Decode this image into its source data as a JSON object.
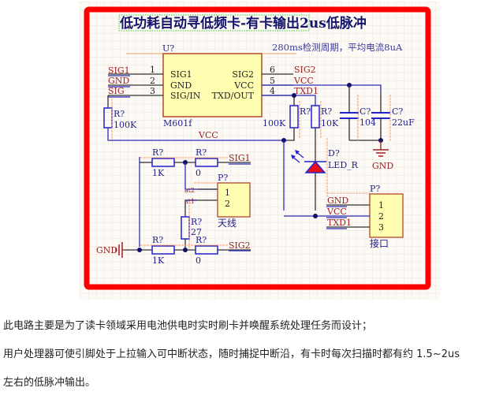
{
  "schematic": {
    "title": "低功耗自动寻低频卡-有卡输出2us低脉冲",
    "note": "280ms检测周期，平均电流8uA",
    "colors": {
      "frame": "#ff0000",
      "background": "#fdfaf5",
      "grid": "#e9e4de",
      "wire": "#2b2bb8",
      "component_outline": "#2222cc",
      "ic_fill": "#fffdb0",
      "ic_border": "#b0482a",
      "net_label": "#9b2020",
      "text_blue": "#1e1e8c",
      "title_text": "#13136b",
      "led_fill": "#e8101a",
      "title_box_border": "#33cc33"
    },
    "ic": {
      "designator": "U?",
      "part": "M601f",
      "left_pins": [
        {
          "num": "1",
          "name": "SIG1",
          "net": "SIG1"
        },
        {
          "num": "2",
          "name": "GND",
          "net": "GND"
        },
        {
          "num": "3",
          "name": "SIG/IN",
          "net": "SIG"
        }
      ],
      "right_pins": [
        {
          "num": "6",
          "name": "SIG2",
          "net": "SIG2"
        },
        {
          "num": "5",
          "name": "VCC",
          "net": "VCC"
        },
        {
          "num": "4",
          "name": "TXD/OUT",
          "net": "TXD1"
        }
      ]
    },
    "resistors": [
      {
        "designator": "R?",
        "value": "100K",
        "id": "r-sig-pullup"
      },
      {
        "designator": "R?",
        "value": "100K",
        "id": "r-txd-pullup"
      },
      {
        "designator": "R?",
        "value": "10K",
        "id": "r-led"
      },
      {
        "designator": "R?",
        "value": "1K",
        "id": "r-sig1-series"
      },
      {
        "designator": "R?",
        "value": "0",
        "id": "r-sig1-zero"
      },
      {
        "designator": "R?",
        "value": "27",
        "id": "r-antenna"
      },
      {
        "designator": "R?",
        "value": "1K",
        "id": "r-sig2-series"
      },
      {
        "designator": "R?",
        "value": "0",
        "id": "r-sig2-zero"
      }
    ],
    "capacitors": [
      {
        "designator": "C?",
        "value": "104"
      },
      {
        "designator": "C?",
        "value": "22uF"
      }
    ],
    "led": {
      "designator": "D?",
      "part": "LED_R"
    },
    "antenna_connector": {
      "designator": "P?",
      "name": "天线",
      "pins": [
        "1",
        "2"
      ],
      "pin_nets": [
        "at2",
        "at1"
      ]
    },
    "interface_connector": {
      "designator": "P?",
      "name": "接口",
      "pins": [
        "1",
        "2",
        "3"
      ],
      "pin_nets": [
        "GND",
        "VCC",
        "TXD1"
      ]
    },
    "net_labels": {
      "vcc_rail": "VCC",
      "gnd_cap": "GND",
      "gnd_left": "GND",
      "sig1_right": "SIG1",
      "sig2_right": "SIG2"
    }
  },
  "description": {
    "lines": [
      "此电路主要是为了读卡领域采用电池供电时实时刷卡并唤醒系统处理任务而设计；",
      "用户处理器可使引脚处于上拉输入可中断状态，随时捕捉中断沿，有卡时每次扫描时都有约 1.5~2us",
      "左右的低脉冲输出。"
    ]
  }
}
